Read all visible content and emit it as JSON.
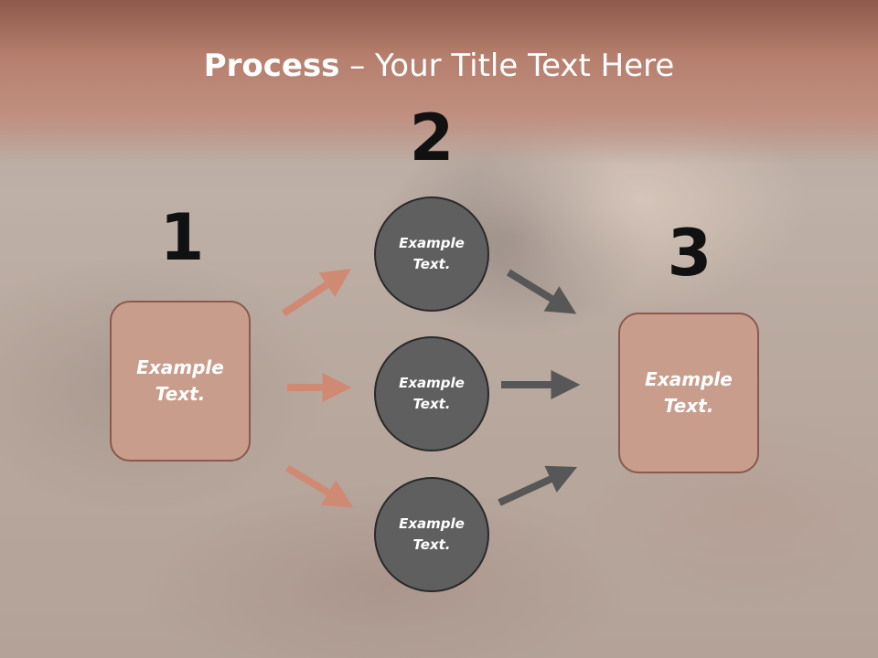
{
  "title": {
    "bold": "Process",
    "rest": " – Your Title Text Here"
  },
  "steps": [
    {
      "number": "1",
      "text": "Example Text."
    },
    {
      "number": "2",
      "items": [
        "Example Text.",
        "Example Text.",
        "Example Text."
      ]
    },
    {
      "number": "3",
      "text": "Example Text."
    }
  ],
  "colors": {
    "box_fill": "#c99d8c",
    "circle_fill": "#5f5f5f",
    "arrow_left": "#d08a74",
    "arrow_right": "#5a5a5a",
    "header": "#b67f6e"
  }
}
